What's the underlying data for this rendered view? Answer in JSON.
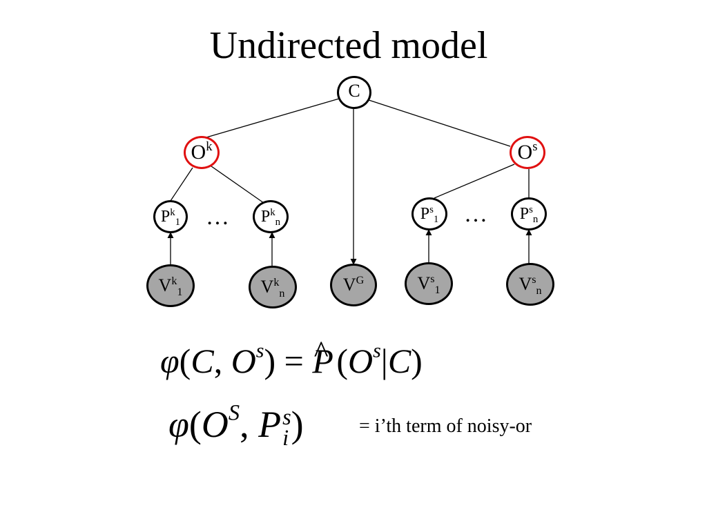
{
  "slide": {
    "title": "Undirected model"
  },
  "nodes": {
    "c": {
      "base": "C"
    },
    "ok": {
      "base": "O",
      "sup": "k"
    },
    "os": {
      "base": "O",
      "sup": "s"
    },
    "pk1": {
      "base": "P",
      "sup": "k",
      "sub": "1"
    },
    "pkn": {
      "base": "P",
      "sup": "k",
      "sub": "n"
    },
    "ps1": {
      "base": "P",
      "sup": "s",
      "sub": "1"
    },
    "psn": {
      "base": "P",
      "sup": "s",
      "sub": "n"
    },
    "vk1": {
      "base": "V",
      "sup": "k",
      "sub": "1"
    },
    "vkn": {
      "base": "V",
      "sup": "k",
      "sub": "n"
    },
    "vg": {
      "base": "V",
      "sup": "G"
    },
    "vs1": {
      "base": "V",
      "sup": "s",
      "sub": "1"
    },
    "vsn": {
      "base": "V",
      "sup": "s",
      "sub": "n"
    }
  },
  "ellipsis": "…",
  "equations": {
    "eq1": {
      "phi": "φ",
      "open": "(",
      "arg1": "C",
      "comma": ",",
      "arg2": "O",
      "arg2_sup": "s",
      "close": ")",
      "equals": "=",
      "hat": "^",
      "rhs_p": "P",
      "rhs_open": "(",
      "rhs_o": "O",
      "rhs_o_sup": "s",
      "rhs_bar": "|",
      "rhs_c": "C",
      "rhs_close": ")"
    },
    "eq2": {
      "phi": "φ",
      "open": "(",
      "arg1": "O",
      "arg1_sup": "S",
      "comma": ",",
      "arg2": "P",
      "arg2_sup": "s",
      "arg2_sub": "i",
      "close": ")",
      "note": "= i’th term of noisy-or"
    }
  },
  "colors": {
    "highlight": "#e01010",
    "observed_fill": "#a6a6a6",
    "edge": "#000000"
  }
}
